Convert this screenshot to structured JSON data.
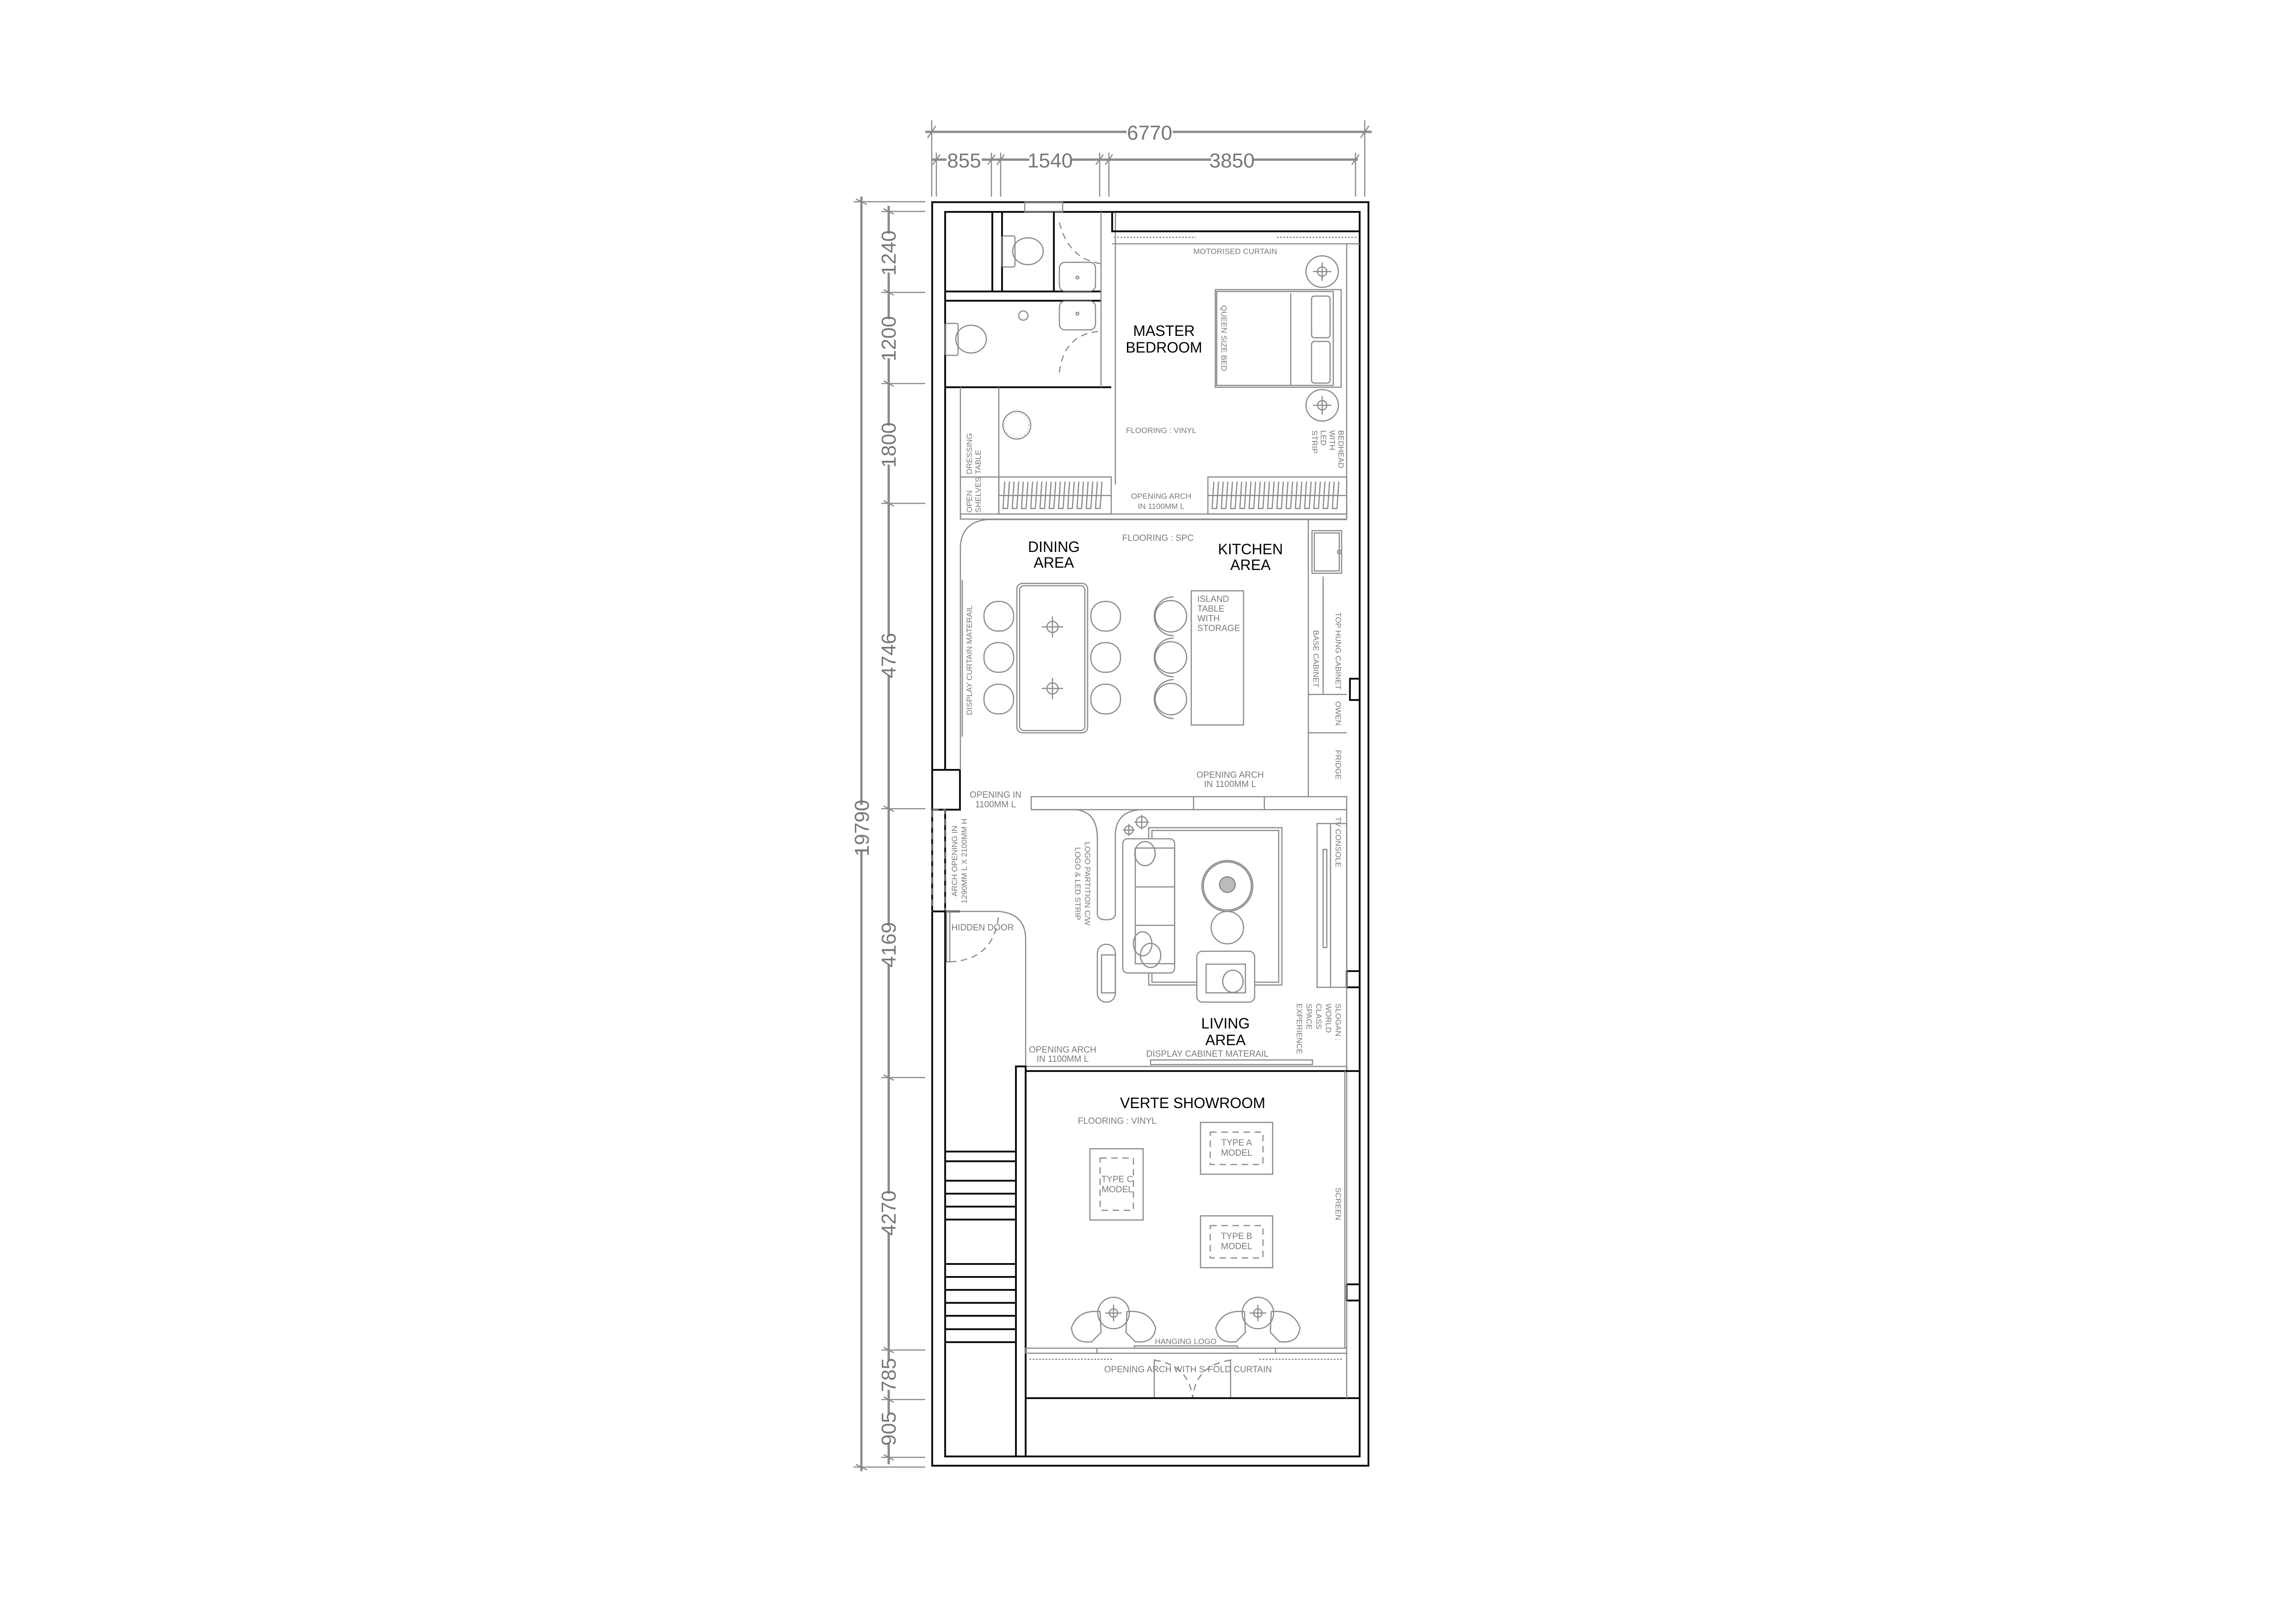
{
  "drawing": {
    "dimensions": {
      "overall_width": "6770",
      "width_segments": [
        "855",
        "1540",
        "3850"
      ],
      "overall_length": "19790",
      "length_segments": [
        "1240",
        "1200",
        "1800",
        "4746",
        "4169",
        "4270",
        "785",
        "905"
      ]
    },
    "rooms": {
      "master_bedroom": [
        "MASTER",
        "BEDROOM"
      ],
      "dining_area": [
        "DINING",
        "AREA"
      ],
      "kitchen_area": [
        "KITCHEN",
        "AREA"
      ],
      "living_area": [
        "LIVING",
        "AREA"
      ],
      "showroom": "VERTE SHOWROOM"
    },
    "notes": {
      "motorised_curtain": "MOTORISED CURTAIN",
      "queen_bed": "QUEEN SIZE BED",
      "bedhead": [
        "BEDHEAD",
        "WITH",
        "LED",
        "STRIP"
      ],
      "flooring_bedroom": "FLOORING : VINYL",
      "dressing_table": [
        "DRESSING",
        "TABLE"
      ],
      "open_shelves": [
        "OPEN",
        "SHELVES"
      ],
      "opening_arch_bedroom": [
        "OPENING ARCH",
        "IN 1100MM L"
      ],
      "flooring_spc": "FLOORING : SPC",
      "display_curtain": "DISPLAY CURTAIN MATERAIL",
      "island": [
        "ISLAND",
        "TABLE",
        "WITH",
        "STORAGE"
      ],
      "top_hung": "TOP HUNG CABINET",
      "base_cabinet": "BASE CABINET",
      "owen": "OWEN",
      "fridge": "FRIDGE",
      "opening_arch_kitchen": [
        "OPENING ARCH",
        "IN 1100MM L"
      ],
      "opening_in": [
        "OPENING IN",
        "1100MM L"
      ],
      "arch_opening": [
        "ARCH OPENING IN",
        "1290MM L X 2100MM H"
      ],
      "hidden_door": "HIDDEN DOOR",
      "logo_partition": [
        "LOGO PARTITION C/W",
        "LOGO & LED STRIP"
      ],
      "tv_console": "TV CONSOLE",
      "slogan": [
        "SLOGAN :",
        "WORLD",
        "CLASS",
        "SPACE",
        "EXPERIENCE"
      ],
      "display_cabinet": "DISPLAY CABINET MATERAIL",
      "opening_arch_living": [
        "OPENING ARCH",
        "IN 1100MM L"
      ],
      "flooring_showroom": "FLOORING : VINYL",
      "type_a": [
        "TYPE A",
        "MODEL"
      ],
      "type_b": [
        "TYPE B",
        "MODEL"
      ],
      "type_c": [
        "TYPE C",
        "MODEL"
      ],
      "screen": "SCREEN",
      "hanging_logo": "HANGING LOGO",
      "opening_s_fold": "OPENING ARCH WITH S-FOLD CURTAIN"
    }
  }
}
